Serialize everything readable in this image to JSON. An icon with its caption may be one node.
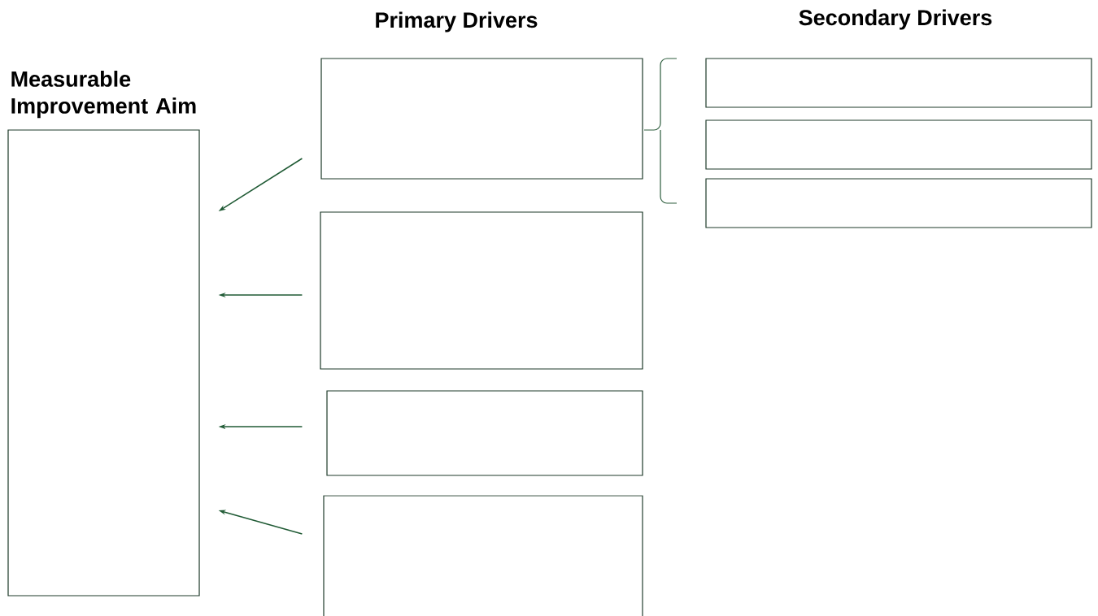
{
  "diagram": {
    "nodes": [
      {
        "text": [
          "Measurable Improvement Aim"
        ]
      },
      {
        "text": [],
        "shape": "box"
      },
      {
        "text": [],
        "shape": "box"
      },
      {
        "text": [],
        "shape": "box"
      },
      {
        "text": [],
        "shape": "box"
      },
      {
        "text": [],
        "shape": "box"
      },
      {
        "text": [],
        "shape": "box"
      },
      {
        "text": [],
        "shape": "box"
      }
    ],
    "edges": [
      {
        "from": 1,
        "to": 0,
        "arrow": "to"
      },
      {
        "from": 2,
        "to": 0,
        "arrow": "to"
      },
      {
        "from": 3,
        "to": 0,
        "arrow": "to"
      },
      {
        "from": 4,
        "to": 0,
        "arrow": "to"
      }
    ],
    "labels": [
      "Primary Drivers",
      "Secondary Drivers"
    ]
  }
}
